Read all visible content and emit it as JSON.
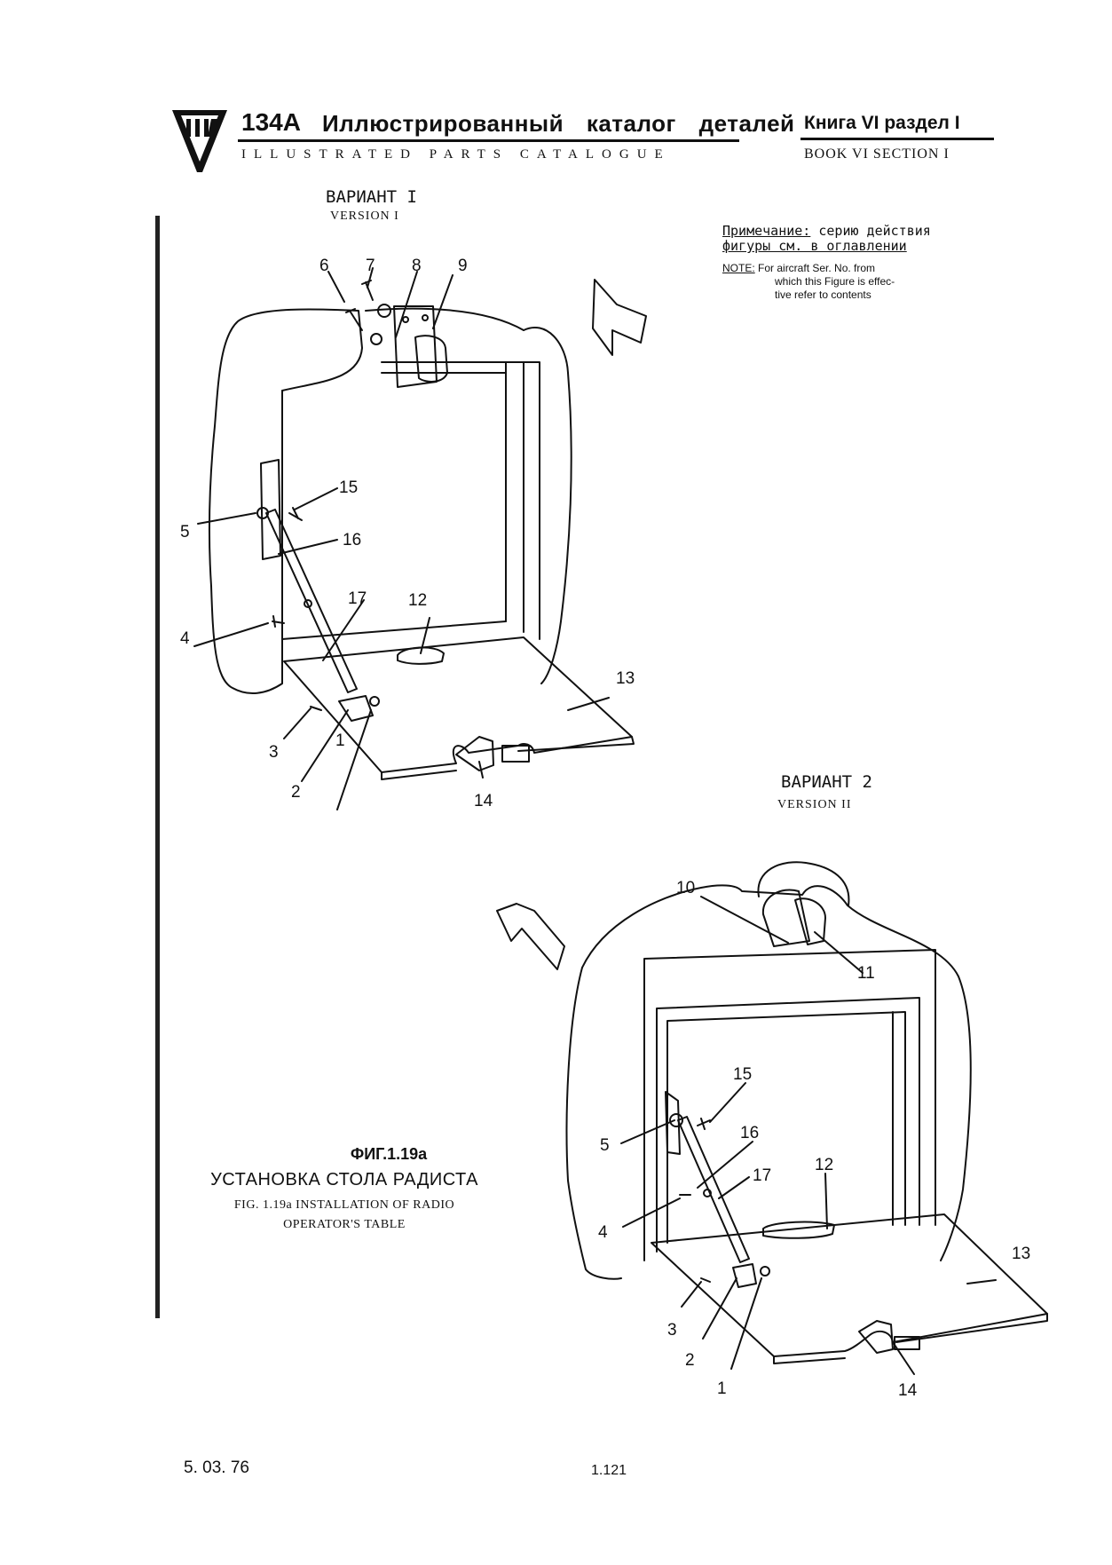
{
  "header": {
    "model": "134A",
    "title_ru": "Иллюстрированный каталог деталей",
    "title_en": "ILLUSTRATED PARTS CATALOGUE",
    "book_ru": "Книга VI раздел I",
    "book_en": "BOOK VI SECTION I"
  },
  "version1": {
    "label_ru": "ВАРИАНТ I",
    "label_en": "VERSION I"
  },
  "version2": {
    "label_ru": "ВАРИАНТ 2",
    "label_en": "VERSION II"
  },
  "note": {
    "ru_label": "Примечание:",
    "ru_text_1": "серию действия",
    "ru_text_2": "фигуры см. в оглавлении",
    "en_label": "NOTE:",
    "en_text_1": "For aircraft Ser. No. from",
    "en_text_2": "which this Figure is effec-",
    "en_text_3": "tive refer to contents"
  },
  "figure": {
    "number_ru": "ФИГ.1.19а",
    "title_ru": "УСТАНОВКА СТОЛА РАДИСТА",
    "title_en_1": "FIG. 1.19a INSTALLATION OF RADIO",
    "title_en_2": "OPERATOR'S TABLE"
  },
  "callouts_v1": [
    "1",
    "2",
    "3",
    "4",
    "5",
    "6",
    "7",
    "8",
    "9",
    "12",
    "13",
    "14",
    "15",
    "16",
    "17"
  ],
  "callouts_v2": [
    "1",
    "2",
    "3",
    "4",
    "5",
    "10",
    "11",
    "12",
    "13",
    "14",
    "15",
    "16",
    "17"
  ],
  "footer": {
    "date": "5. 03. 76",
    "page": "1.121"
  }
}
